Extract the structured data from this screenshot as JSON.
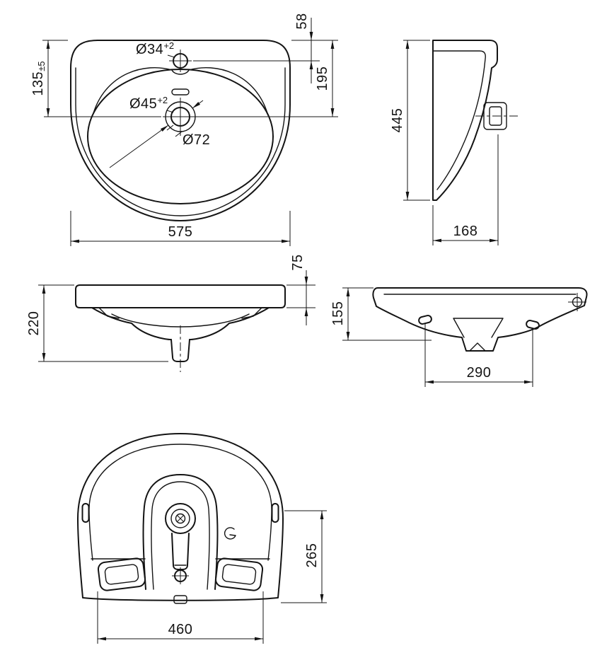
{
  "views": {
    "plan": {
      "width": "575",
      "back_to_drain": "195",
      "back_to_tap": "58",
      "left_offset": "135",
      "left_offset_tol": "±5",
      "tap_hole": "Ø34",
      "tap_hole_tol": "+2",
      "drain_hole": "Ø45",
      "drain_hole_tol": "+2",
      "drain_recess": "Ø72"
    },
    "side": {
      "height": "445",
      "depth": "168"
    },
    "front": {
      "height": "220",
      "rim": "75"
    },
    "rear": {
      "height": "155",
      "hole_spacing": "290"
    },
    "bottom": {
      "depth": "265",
      "width": "460"
    }
  }
}
